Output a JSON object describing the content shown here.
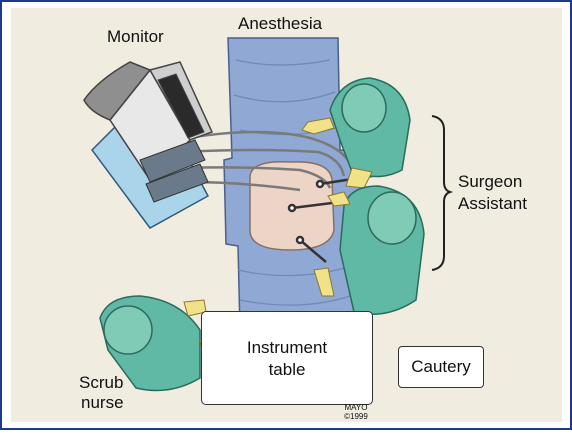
{
  "labels": {
    "monitor": "Monitor",
    "anesthesia": "Anesthesia",
    "surgeon": "Surgeon",
    "assistant": "Assistant",
    "scrub_line1": "Scrub",
    "scrub_line2": "nurse",
    "instrument_line1": "Instrument",
    "instrument_line2": "table",
    "cautery": "Cautery",
    "mayo_line1": "MAYO",
    "mayo_line2": "©1999"
  },
  "colors": {
    "background": "#f1ece0",
    "table": "#8fa8d4",
    "scrubs": "#5fb9a4",
    "patient_skin": "#ecd5c6",
    "monitor_blue": "#a9d4ea"
  }
}
